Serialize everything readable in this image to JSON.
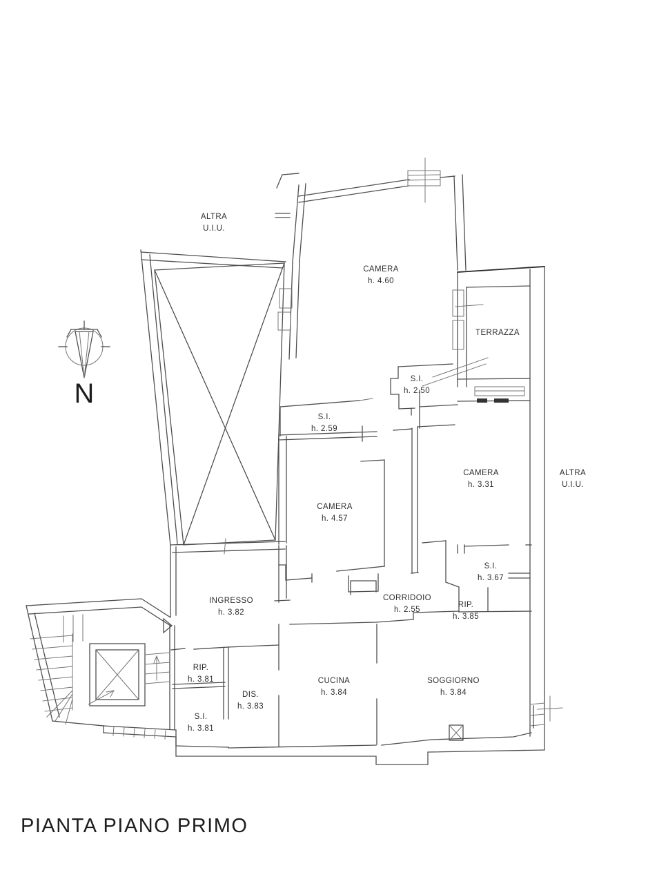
{
  "title": "PIANTA PIANO PRIMO",
  "compass": {
    "label": "N"
  },
  "colors": {
    "wall_line": "#4f4f4f",
    "dark_line": "#2a2a2a",
    "text": "#2e2e2e",
    "background": "#ffffff"
  },
  "rooms": [
    {
      "id": "altra-uiu-top",
      "line1": "ALTRA",
      "line2": "U.I.U."
    },
    {
      "id": "camera-4-60",
      "line1": "CAMERA",
      "line2": "h. 4.60"
    },
    {
      "id": "terrazza",
      "line1": "TERRAZZA",
      "line2": ""
    },
    {
      "id": "si-2-50",
      "line1": "S.I.",
      "line2": "h. 2.50"
    },
    {
      "id": "si-2-59",
      "line1": "S.I.",
      "line2": "h. 2.59"
    },
    {
      "id": "camera-3-31",
      "line1": "CAMERA",
      "line2": "h. 3.31"
    },
    {
      "id": "altra-uiu-right",
      "line1": "ALTRA",
      "line2": "U.I.U."
    },
    {
      "id": "camera-4-57",
      "line1": "CAMERA",
      "line2": "h. 4.57"
    },
    {
      "id": "si-3-67",
      "line1": "S.I.",
      "line2": "h. 3.67"
    },
    {
      "id": "ingresso",
      "line1": "INGRESSO",
      "line2": "h. 3.82"
    },
    {
      "id": "corridoio",
      "line1": "CORRIDOIO",
      "line2": "h. 2.55"
    },
    {
      "id": "rip-3-85",
      "line1": "RIP.",
      "line2": "h. 3.85"
    },
    {
      "id": "rip-3-81",
      "line1": "RIP.",
      "line2": "h. 3.81"
    },
    {
      "id": "dis-3-83",
      "line1": "DIS.",
      "line2": "h. 3.83"
    },
    {
      "id": "cucina",
      "line1": "CUCINA",
      "line2": "h. 3.84"
    },
    {
      "id": "soggiorno",
      "line1": "SOGGIORNO",
      "line2": "h. 3.84"
    },
    {
      "id": "si-3-81",
      "line1": "S.I.",
      "line2": "h. 3.81"
    }
  ]
}
